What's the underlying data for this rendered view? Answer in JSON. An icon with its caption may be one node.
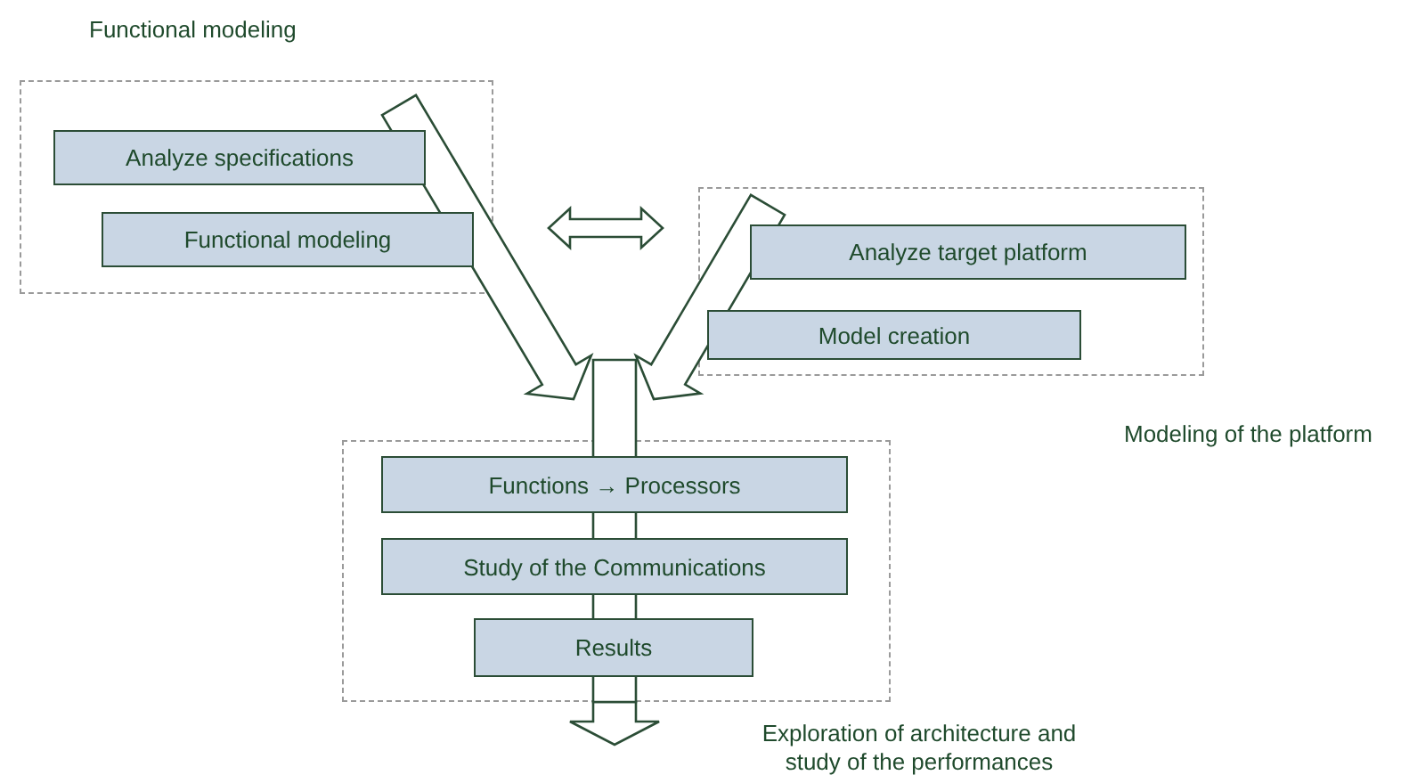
{
  "diagram": {
    "nodes": [
      {
        "text": [
          "Functional modeling"
        ]
      },
      {
        "text": [
          "Analyze specifications"
        ],
        "in": 0
      },
      {
        "text": [
          "Functional modeling"
        ],
        "in": 0
      },
      {
        "text": [
          "Modeling of the platform"
        ]
      },
      {
        "text": [
          "Analyze target platform"
        ],
        "in": 3
      },
      {
        "text": [
          "Model creation"
        ],
        "in": 3
      },
      {
        "text": [
          "Exploration of architecture and study of the performances"
        ]
      },
      {
        "text": [
          "Functions → Processors"
        ],
        "in": 6
      },
      {
        "text": [
          "Study of the Communications"
        ],
        "in": 6
      },
      {
        "text": [
          "Results"
        ],
        "in": 6
      }
    ],
    "edges": [
      {
        "from": 0,
        "to": 3,
        "arrow": "both"
      },
      {
        "from": 0,
        "to": 6,
        "arrow": "to"
      },
      {
        "from": 3,
        "to": 6,
        "arrow": "to"
      },
      {
        "from": 6,
        "to": null,
        "arrow": "to"
      }
    ]
  }
}
